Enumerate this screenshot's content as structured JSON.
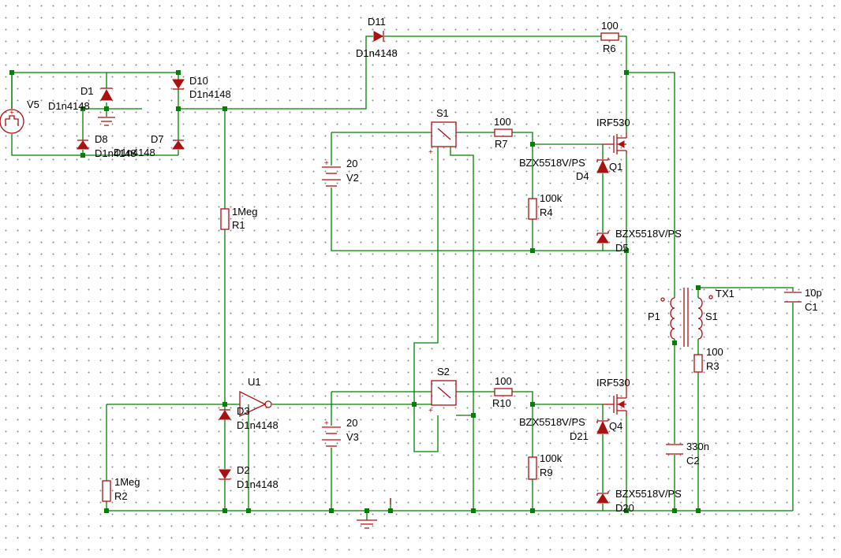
{
  "colors": {
    "wire": "#007f00",
    "component": "#aa1111",
    "text": "#000000",
    "grid": "#8c8c8c"
  },
  "labels": {
    "D11": "D11",
    "D11v": "D1n4148",
    "R6v": "100",
    "R6": "R6",
    "V5": "V5",
    "D1": "D1",
    "D1v": "D1n4148",
    "D10": "D10",
    "D10v": "D1n4148",
    "D8": "D8",
    "D8v": "D1n4148",
    "D7": "D7",
    "D7v": "D1n4148",
    "S1": "S1",
    "R7v": "100",
    "R7": "R7",
    "Q1v": "IRF530",
    "Q1": "Q1",
    "D4v": "BZX5518V/PS",
    "D4": "D4",
    "V2v": "20",
    "V2": "V2",
    "R4v": "100k",
    "R4": "R4",
    "D5v": "BZX5518V/PS",
    "D5": "D5",
    "R1v": "1Meg",
    "R1": "R1",
    "P1": "P1",
    "TX1": "TX1",
    "S1w": "S1",
    "C1v": "10p",
    "C1": "C1",
    "R3v": "100",
    "R3": "R3",
    "U1": "U1",
    "D3": "D3",
    "D3v": "D1n4148",
    "S2": "S2",
    "R10v": "100",
    "R10": "R10",
    "Q4v": "IRF530",
    "Q4": "Q4",
    "D21v": "BZX5518V/PS",
    "D21": "D21",
    "V3v": "20",
    "V3": "V3",
    "R9v": "100k",
    "R9": "R9",
    "C2v": "330n",
    "C2": "C2",
    "D2": "D2",
    "D2v": "D1n4148",
    "R2v": "1Meg",
    "R2": "R2",
    "D20v": "BZX5518V/PS",
    "D20": "D20",
    "plus": "+"
  }
}
